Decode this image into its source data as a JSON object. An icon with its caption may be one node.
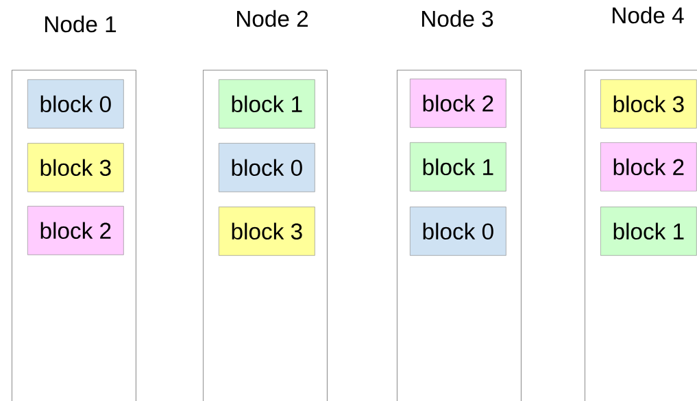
{
  "diagram": {
    "nodes": [
      {
        "text": [
          "Node 1"
        ]
      },
      {
        "text": [
          "block 0"
        ],
        "in": 0
      },
      {
        "text": [
          "block 3"
        ],
        "in": 0
      },
      {
        "text": [
          "block 2"
        ],
        "in": 0
      },
      {
        "text": [
          "Node 2"
        ]
      },
      {
        "text": [
          "block 1"
        ],
        "in": 4
      },
      {
        "text": [
          "block 0"
        ],
        "in": 4
      },
      {
        "text": [
          "block 3"
        ],
        "in": 4
      },
      {
        "text": [
          "Node 3"
        ]
      },
      {
        "text": [
          "block 2"
        ],
        "in": 8
      },
      {
        "text": [
          "block 1"
        ],
        "in": 8
      },
      {
        "text": [
          "block 0"
        ],
        "in": 8
      },
      {
        "text": [
          "Node 4"
        ]
      },
      {
        "text": [
          "block 3"
        ],
        "in": 12
      },
      {
        "text": [
          "block 2"
        ],
        "in": 12
      },
      {
        "text": [
          "block 1"
        ],
        "in": 12
      }
    ]
  }
}
